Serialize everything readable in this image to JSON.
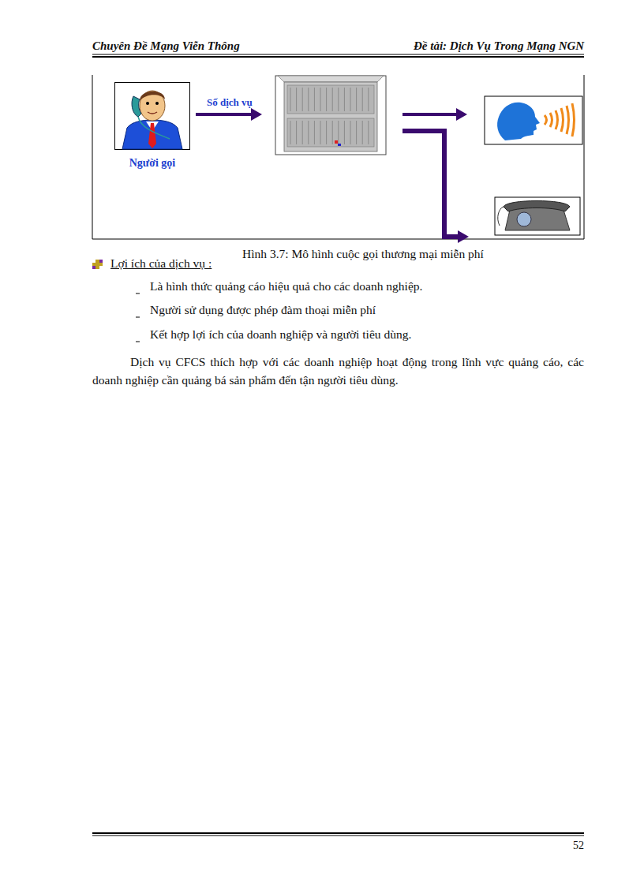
{
  "diagram": {
    "caption": "Hình 3.7: Mô hình cuộc gọi thương mại miễn phí",
    "nodes": [
      {
        "text": [
          "Người gọi"
        ]
      }
    ],
    "labels": [
      "Chuyên Đề Mạng Viễn Thông",
      "Đề tài: Dịch Vụ Trong Mạng NGN",
      "Số dịch vụ",
      "Lợi ích của dịch vụ :",
      "Là hình thức quảng cáo hiệu quả cho các doanh nghiệp.",
      "Người sử dụng được phép đàm thoại miễn phí",
      "Kết hợp lợi ích của doanh nghiệp và người tiêu dùng.",
      "Dịch vụ CFCS thích hợp với các doanh nghiệp hoạt động trong lĩnh vực quảng cáo, các doanh nghiệp cần quảng bá sản phẩm đến tận người tiêu dùng.",
      "52"
    ]
  }
}
